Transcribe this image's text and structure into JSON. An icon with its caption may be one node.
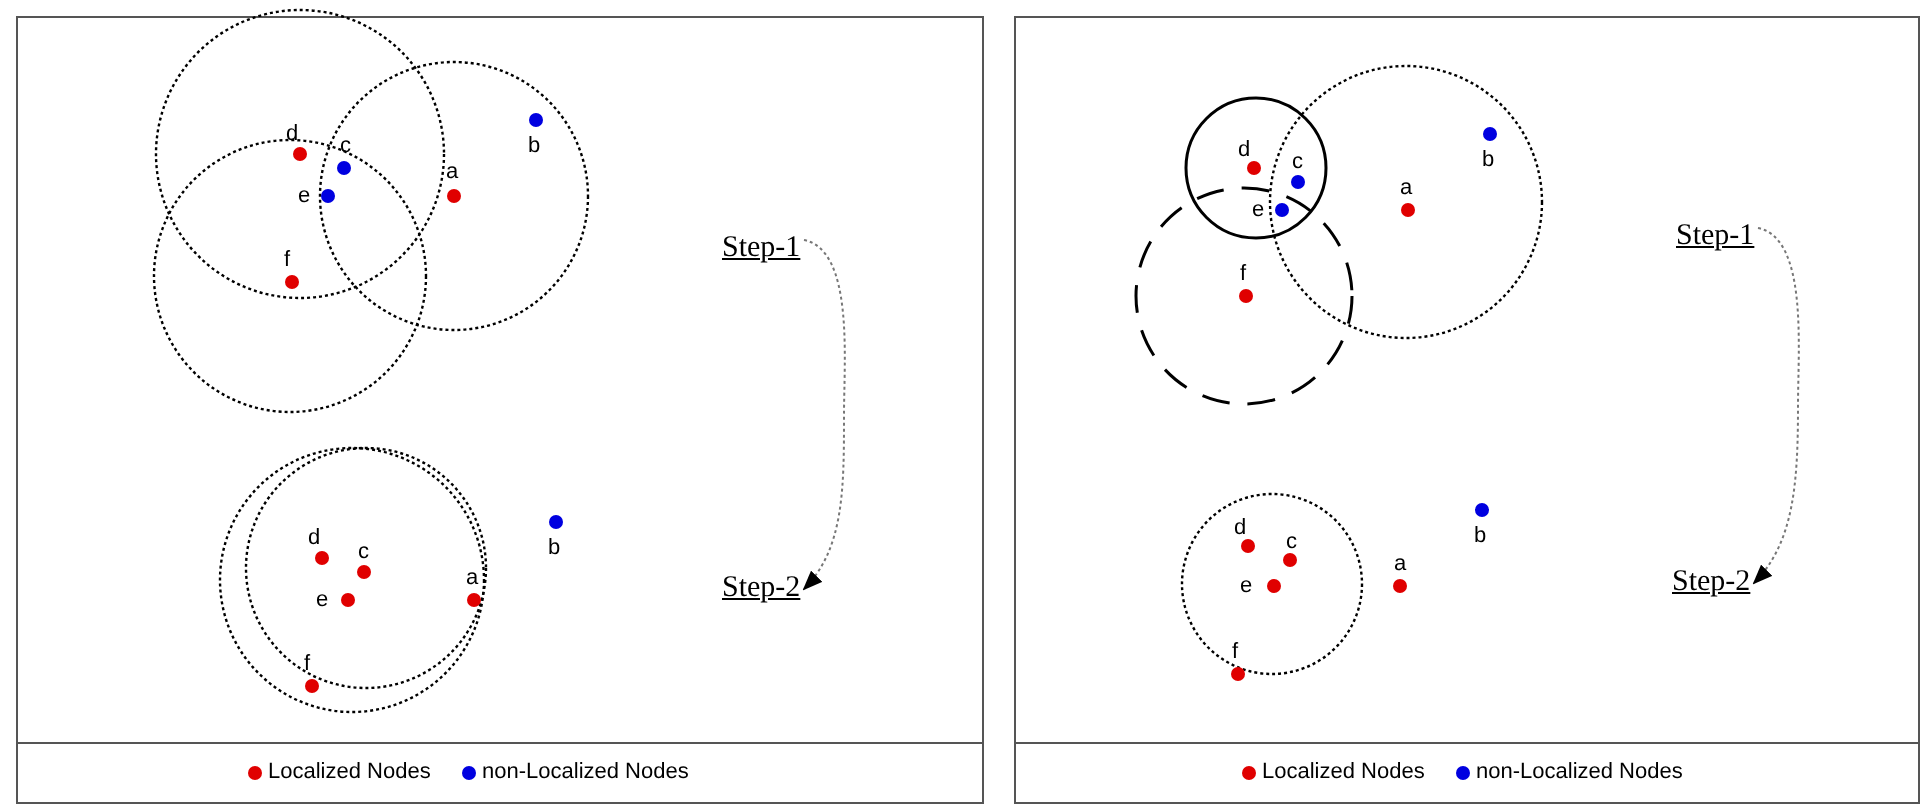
{
  "diagram": {
    "nodes": [
      {
        "text": [
          "Step-1"
        ]
      },
      {
        "text": [
          "Step-2"
        ]
      },
      {
        "text": [
          "Step-1"
        ]
      },
      {
        "text": [
          "Step-2"
        ]
      }
    ],
    "edges": [
      {
        "from": 0,
        "to": 1,
        "arrow": "to",
        "style": "dashed"
      },
      {
        "from": 2,
        "to": 3,
        "arrow": "to",
        "style": "dashed"
      }
    ],
    "labels": [
      "d",
      "c",
      "b",
      "e",
      "a",
      "f",
      "b",
      "d",
      "c",
      "e",
      "a",
      "f",
      "d",
      "c",
      "b",
      "e",
      "a",
      "f",
      "b",
      "d",
      "c",
      "e",
      "a",
      "f"
    ],
    "legend": [
      {
        "text": "Localized Nodes",
        "color": "#e00000"
      },
      {
        "text": "non-Localized Nodes",
        "color": "#0000e0"
      },
      {
        "text": "Localized Nodes",
        "color": "#e00000"
      },
      {
        "text": "non-Localized Nodes",
        "color": "#0000e0"
      }
    ]
  }
}
